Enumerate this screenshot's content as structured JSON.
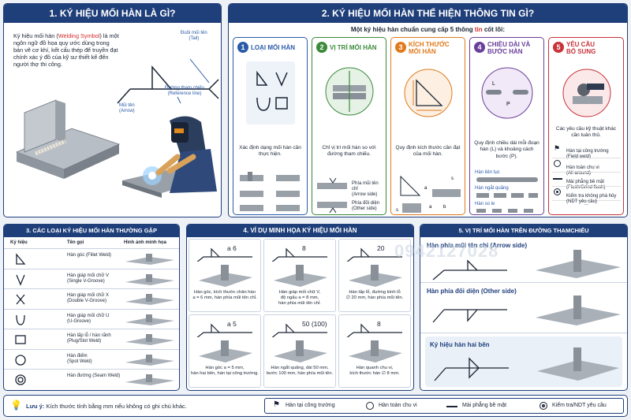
{
  "s1": {
    "title": "1. KÝ HIỆU MỐI HÀN LÀ GÌ?",
    "desc_before": "Ký hiệu mối hàn (",
    "desc_highlight": "Welding Symbol",
    "desc_after": ") là một ngôn ngữ đồ họa quy ước dùng trong bản vẽ cơ khí, kết cấu thép để truyền đạt chính xác ý đồ của kỹ sư thiết kế đến người thợ thi công.",
    "tail_label": "Đuôi mũi tên\n(Tail)",
    "ref_label": "Đường tham chiếu\n(Reference line)",
    "arrow_label": "Mũi tên\n(Arrow)"
  },
  "s2": {
    "title": "2. KÝ HIỆU MỐI HÀN THỂ HIỆN THÔNG TIN GÌ?",
    "subtitle_before": "Một ký hiệu hàn chuẩn cung cấp 5 thông ",
    "subtitle_highlight": "tin",
    "subtitle_after": " cốt lõi:",
    "cards": [
      {
        "num": "1",
        "title": "LOẠI MỐI HÀN",
        "desc": "Xác định dạng mối hàn cần thực hiện.",
        "color": "#2a5aa8"
      },
      {
        "num": "2",
        "title": "VỊ TRÍ MỐI HÀN",
        "desc": "Chỉ vị trí mối hàn so với đường tham chiếu.",
        "color": "#3a8a3a",
        "sub1": "Phía mũi tên chỉ\n(Arrow side)",
        "sub2": "Phía đối diện\n(Other side)"
      },
      {
        "num": "3",
        "title": "KÍCH THƯỚC\nMỐI HÀN",
        "desc": "Quy định kích thước cần đạt của mối hàn.",
        "color": "#e07a1c",
        "labels": [
          "a",
          "a",
          "b",
          "s",
          "s"
        ]
      },
      {
        "num": "4",
        "title": "CHIỀU DÀI VÀ\nBƯỚC HÀN",
        "desc": "Quy định chiều dài mỗi đoạn hàn (L) và khoảng cách bước (P).",
        "color": "#6a3f9a",
        "L": "L",
        "P": "P",
        "weld1": "Hàn liên tục",
        "weld2": "Hàn ngắt quãng",
        "weld3": "Hàn so le"
      },
      {
        "num": "5",
        "title": "YÊU CẦU\nBỔ SUNG",
        "desc": "Các yêu cầu kỹ thuật khác cần tuân thủ.",
        "color": "#c8333a",
        "items": [
          "Hàn tại công trường\n(Field weld)",
          "Hàn toàn chu vi\n(All around)",
          "Mài phẳng bề mặt\n(Flush/Grind flush)",
          "Kiểm tra không phá hủy\n(NDT yêu cầu)",
          "..."
        ]
      }
    ]
  },
  "s3": {
    "title": "3. CÁC LOẠI KÝ HIỆU MỐI HÀN THƯỜNG GẶP",
    "col1": "Ký hiệu",
    "col2": "Tên gọi",
    "col3": "Hình ảnh minh họa",
    "rows": [
      {
        "name": "Hàn góc (Fillet Weld)"
      },
      {
        "name": "Hàn giáp mối chữ V\n(Single V-Groove)"
      },
      {
        "name": "Hàn giáp mối chữ X\n(Double V-Groove)"
      },
      {
        "name": "Hàn giáp mối chữ U\n(U-Groove)"
      },
      {
        "name": "Hàn lấp lỗ / hàn rãnh\n(Plug/Slot Weld)"
      },
      {
        "name": "Hàn điểm\n(Spot Weld)"
      },
      {
        "name": "Hàn đường (Seam Weld)"
      }
    ]
  },
  "s4": {
    "title": "4. VÍ DỤ MINH HỌA KÝ HIỆU MỐI HÀN",
    "examples": [
      {
        "sym": "a 6",
        "cap": "Hàn góc, kích thước chân hàn\na = 6 mm, hàn phía mũi tên chỉ."
      },
      {
        "sym": "8",
        "cap": "Hàn giáp mối chữ V,\nđộ ngấu a = 8 mm,\nhàn phía mũi tên chỉ."
      },
      {
        "sym": "20",
        "cap": "Hàn lấp lỗ, đường kính lỗ\n∅ 20 mm, hàn phía mũi tên."
      },
      {
        "sym": "a 5",
        "cap": "Hàn góc a = 5 mm,\nhàn hai bên, hàn tại công trường."
      },
      {
        "sym": "50 (100)",
        "cap": "Hàn ngắt quãng, dài 50 mm,\nbước 100 mm, hàn phía mũi tên."
      },
      {
        "sym": "8",
        "cap": "Hàn quanh chu vi,\nkích thước hàn ∅ 8 mm."
      }
    ]
  },
  "s5": {
    "title": "5. VỊ TRÍ MỐI HÀN TRÊN ĐƯỜNG THAMCHIẾU",
    "r1": "Hàn phía mũi tên chỉ (Arrow side)",
    "r2": "Hàn phía đối diện (Other side)",
    "r3": "Ký hiệu hàn hai bên"
  },
  "watermark": "0942127028",
  "footer": {
    "note_label": "Lưu ý:",
    "note": "Kích thước tính bằng mm nếu không có ghi chú khác.",
    "l1": "Hàn tại công trường",
    "l2": "Hàn toàn chu vi",
    "l3": "Mài phẳng bề mặt",
    "l4": "Kiểm tra/NDT yêu cầu"
  },
  "colors": {
    "navy": "#1f3f7a",
    "red": "#d42a2a",
    "blue": "#2a5aa8",
    "green": "#3a8a3a",
    "orange": "#e07a1c",
    "purple": "#6a3f9a",
    "crimson": "#c8333a"
  }
}
